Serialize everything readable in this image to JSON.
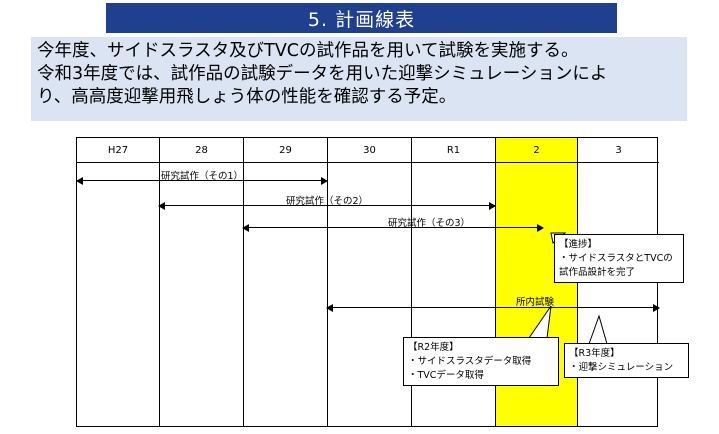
{
  "title": "5. 計画線表",
  "description": [
    "今年度、サイドスラスタ及びTVCの試作品を用いて試験を実施する。",
    "令和3年度では、試作品の試験データを用いた迎撃シミュレーションによ",
    "り、高高度迎撃用飛しょう体の性能を確認する予定。"
  ],
  "timeline": {
    "years": [
      "H27",
      "28",
      "29",
      "30",
      "R1",
      "2",
      "3"
    ],
    "highlighted_year": "2",
    "highlight_color": "#ffff00",
    "bars": [
      {
        "label": "研究試作（その1）",
        "start": "H27",
        "end": "29"
      },
      {
        "label": "研究試作（その2）",
        "start": "28",
        "end": "R1"
      },
      {
        "label": "研究試作（その3）",
        "start": "29",
        "end": "2"
      },
      {
        "label": "所内試験",
        "start": "30",
        "end": "3"
      }
    ]
  },
  "callouts": {
    "progress": {
      "heading": "【進捗】",
      "lines": [
        "・サイドスラスタとTVCの",
        "試作品設計を完了"
      ]
    },
    "r2": {
      "heading": "【R2年度】",
      "lines": [
        "・サイドスラスタデータ取得",
        "・TVCデータ取得"
      ]
    },
    "r3": {
      "heading": "【R3年度】",
      "lines": [
        "・迎撃シミュレーション"
      ]
    }
  },
  "colors": {
    "title_bg": "#1f3f8f",
    "desc_bg": "#dbe4f3"
  }
}
